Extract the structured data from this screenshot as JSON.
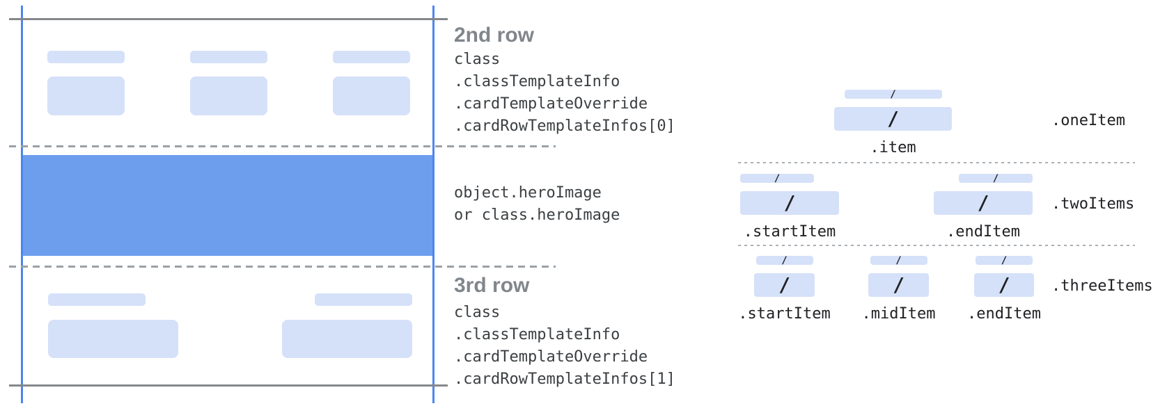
{
  "colors": {
    "margin_line_blue": "#4c85f0",
    "hero_band_blue": "#6d9eee",
    "placeholder_blue": "#d5e1f8",
    "edge_line_gray": "#85878a",
    "separator_gray": "#9aa0a6",
    "heading_gray": "#80868b",
    "code_text": "#3c4043",
    "label_text": "#202124"
  },
  "card_diagram": {
    "second_row": {
      "heading": "2nd row",
      "code": [
        "class",
        ".classTemplateInfo",
        ".cardTemplateOverride",
        ".cardRowTemplateInfos[0]"
      ]
    },
    "hero_image": {
      "code": [
        "object.heroImage",
        "or class.heroImage"
      ]
    },
    "third_row": {
      "heading": "3rd row",
      "code": [
        "class",
        ".classTemplateInfo",
        ".cardTemplateOverride",
        ".cardRowTemplateInfos[1]"
      ]
    }
  },
  "item_layouts": {
    "slash": "/",
    "one_item": {
      "name": ".oneItem",
      "item_labels": [
        ".item"
      ]
    },
    "two_items": {
      "name": ".twoItems",
      "item_labels": [
        ".startItem",
        ".endItem"
      ]
    },
    "three_items": {
      "name": ".threeItems",
      "item_labels": [
        ".startItem",
        ".midItem",
        ".endItem"
      ]
    }
  }
}
